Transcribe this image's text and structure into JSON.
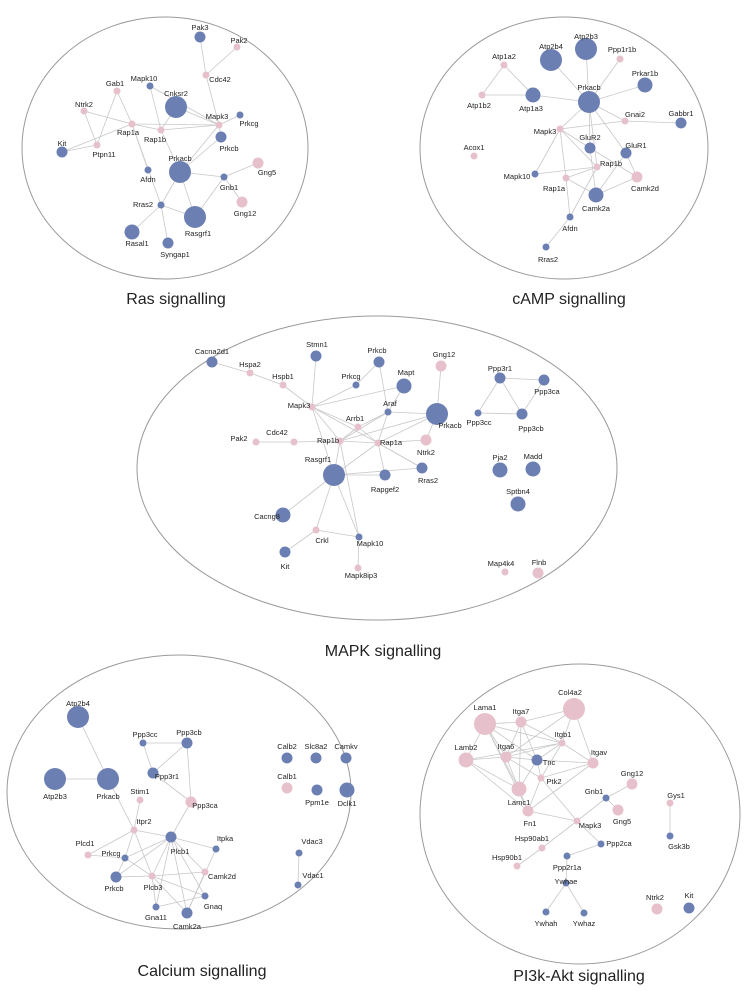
{
  "colors": {
    "blue_node": "#6b7fb3",
    "pink_node": "#e6c1cb",
    "edge": "#c8c8c8",
    "outline": "#9a9a9a"
  },
  "panels": [
    {
      "id": "ras",
      "title": "Ras signalling",
      "nodes": [
        {
          "id": "Pak3",
          "c": "b",
          "s": 1
        },
        {
          "id": "Pak2",
          "c": "p",
          "s": 0
        },
        {
          "id": "Mapk10",
          "c": "b",
          "s": 0
        },
        {
          "id": "Cdc42",
          "c": "p",
          "s": 0
        },
        {
          "id": "Gab1",
          "c": "p",
          "s": 0
        },
        {
          "id": "Cnksr2",
          "c": "b",
          "s": 3
        },
        {
          "id": "Ntrk2",
          "c": "p",
          "s": 0
        },
        {
          "id": "Mapk3",
          "c": "p",
          "s": 0
        },
        {
          "id": "Prkcg",
          "c": "b",
          "s": 0
        },
        {
          "id": "Rap1a",
          "c": "p",
          "s": 0
        },
        {
          "id": "Rap1b",
          "c": "p",
          "s": 0
        },
        {
          "id": "Kit",
          "c": "b",
          "s": 1
        },
        {
          "id": "Ptpn11",
          "c": "p",
          "s": 0
        },
        {
          "id": "Prkcb",
          "c": "b",
          "s": 1
        },
        {
          "id": "Afdn",
          "c": "b",
          "s": 0
        },
        {
          "id": "Prkacb",
          "c": "b",
          "s": 3
        },
        {
          "id": "Gng5",
          "c": "p",
          "s": 1
        },
        {
          "id": "Gnb1",
          "c": "b",
          "s": 0
        },
        {
          "id": "Rras2",
          "c": "b",
          "s": 0
        },
        {
          "id": "Gng12",
          "c": "p",
          "s": 1
        },
        {
          "id": "Rasal1",
          "c": "b",
          "s": 2
        },
        {
          "id": "Rasgrf1",
          "c": "b",
          "s": 3
        },
        {
          "id": "Syngap1",
          "c": "b",
          "s": 1
        }
      ]
    },
    {
      "id": "camp",
      "title": "cAMP signalling",
      "nodes": [
        {
          "id": "Atp2b3",
          "c": "b",
          "s": 3
        },
        {
          "id": "Atp2b4",
          "c": "b",
          "s": 3
        },
        {
          "id": "Ppp1r1b",
          "c": "p",
          "s": 0
        },
        {
          "id": "Atp1a2",
          "c": "p",
          "s": 0
        },
        {
          "id": "Prkar1b",
          "c": "b",
          "s": 2
        },
        {
          "id": "Atp1b2",
          "c": "p",
          "s": 0
        },
        {
          "id": "Prkacb",
          "c": "b",
          "s": 3
        },
        {
          "id": "Atp1a3",
          "c": "b",
          "s": 2
        },
        {
          "id": "Gnai2",
          "c": "p",
          "s": 0
        },
        {
          "id": "Gabbr1",
          "c": "b",
          "s": 1
        },
        {
          "id": "Mapk3",
          "c": "p",
          "s": 0
        },
        {
          "id": "Acox1",
          "c": "p",
          "s": 0
        },
        {
          "id": "GluR2",
          "c": "b",
          "s": 1
        },
        {
          "id": "GluR1",
          "c": "b",
          "s": 1
        },
        {
          "id": "Rap1b",
          "c": "p",
          "s": 0
        },
        {
          "id": "Mapk10",
          "c": "b",
          "s": 0
        },
        {
          "id": "Rap1a",
          "c": "p",
          "s": 0
        },
        {
          "id": "Camk2d",
          "c": "p",
          "s": 1
        },
        {
          "id": "Camk2a",
          "c": "b",
          "s": 2
        },
        {
          "id": "Afdn",
          "c": "b",
          "s": 0
        },
        {
          "id": "Rras2",
          "c": "b",
          "s": 0
        }
      ]
    },
    {
      "id": "mapk",
      "title": "MAPK signalling",
      "nodes": [
        {
          "id": "Ppp3r1",
          "c": "b",
          "s": 1
        },
        {
          "id": "Cacna2d1",
          "c": "b",
          "s": 1
        },
        {
          "id": "Stmn1",
          "c": "b",
          "s": 1
        },
        {
          "id": "Gng12",
          "c": "p",
          "s": 1
        },
        {
          "id": "Ppp3ca",
          "c": "b",
          "s": 1
        },
        {
          "id": "Prkcb",
          "c": "b",
          "s": 1
        },
        {
          "id": "Hspa2",
          "c": "p",
          "s": 0
        },
        {
          "id": "Hspb1",
          "c": "p",
          "s": 0
        },
        {
          "id": "Mapt",
          "c": "b",
          "s": 2
        },
        {
          "id": "Prkcg",
          "c": "b",
          "s": 0
        },
        {
          "id": "Ppp3cc",
          "c": "b",
          "s": 0
        },
        {
          "id": "Ppp3cb",
          "c": "b",
          "s": 1
        },
        {
          "id": "Mapk3",
          "c": "p",
          "s": 0
        },
        {
          "id": "Araf",
          "c": "b",
          "s": 0
        },
        {
          "id": "Arrb1",
          "c": "p",
          "s": 0
        },
        {
          "id": "Prkacb",
          "c": "b",
          "s": 3
        },
        {
          "id": "Pak2",
          "c": "p",
          "s": 0
        },
        {
          "id": "Cdc42",
          "c": "p",
          "s": 0
        },
        {
          "id": "Rap1b",
          "c": "p",
          "s": 0
        },
        {
          "id": "Rap1a",
          "c": "p",
          "s": 0
        },
        {
          "id": "Ntrk2",
          "c": "p",
          "s": 1
        },
        {
          "id": "Pja2",
          "c": "b",
          "s": 2
        },
        {
          "id": "Madd",
          "c": "b",
          "s": 2
        },
        {
          "id": "Rasgrf1",
          "c": "b",
          "s": 3
        },
        {
          "id": "Rras2",
          "c": "b",
          "s": 1
        },
        {
          "id": "Rapgef2",
          "c": "b",
          "s": 1
        },
        {
          "id": "Cacng8",
          "c": "b",
          "s": 2
        },
        {
          "id": "Sptbn4",
          "c": "b",
          "s": 2
        },
        {
          "id": "Crkl",
          "c": "p",
          "s": 0
        },
        {
          "id": "Mapk10",
          "c": "b",
          "s": 0
        },
        {
          "id": "Kit",
          "c": "b",
          "s": 1
        },
        {
          "id": "Map4k4",
          "c": "p",
          "s": 0
        },
        {
          "id": "Flnb",
          "c": "p",
          "s": 1
        },
        {
          "id": "Mapk8ip3",
          "c": "p",
          "s": 0
        }
      ]
    },
    {
      "id": "calcium",
      "title": "Calcium signalling",
      "nodes": [
        {
          "id": "Atp2b4",
          "c": "b",
          "s": 3
        },
        {
          "id": "Ppp3cc",
          "c": "b",
          "s": 0
        },
        {
          "id": "Ppp3cb",
          "c": "b",
          "s": 1
        },
        {
          "id": "Calb2",
          "c": "b",
          "s": 1
        },
        {
          "id": "Slc8a2",
          "c": "b",
          "s": 1
        },
        {
          "id": "Camkv",
          "c": "b",
          "s": 1
        },
        {
          "id": "Ppp3r1",
          "c": "b",
          "s": 1
        },
        {
          "id": "Atp2b3",
          "c": "b",
          "s": 3
        },
        {
          "id": "Prkacb",
          "c": "b",
          "s": 3
        },
        {
          "id": "Stim1",
          "c": "p",
          "s": 0
        },
        {
          "id": "Calb1",
          "c": "p",
          "s": 1
        },
        {
          "id": "Ppm1e",
          "c": "b",
          "s": 1
        },
        {
          "id": "Dclk1",
          "c": "b",
          "s": 2
        },
        {
          "id": "Ppp3ca",
          "c": "p",
          "s": 1
        },
        {
          "id": "Itpr2",
          "c": "p",
          "s": 0
        },
        {
          "id": "Plcb1",
          "c": "b",
          "s": 1
        },
        {
          "id": "Itpka",
          "c": "b",
          "s": 0
        },
        {
          "id": "Vdac3",
          "c": "b",
          "s": 0
        },
        {
          "id": "Plcd1",
          "c": "p",
          "s": 0
        },
        {
          "id": "Prkcg",
          "c": "b",
          "s": 0
        },
        {
          "id": "Camk2d",
          "c": "p",
          "s": 0
        },
        {
          "id": "Prkcb",
          "c": "b",
          "s": 1
        },
        {
          "id": "Plcb3",
          "c": "p",
          "s": 0
        },
        {
          "id": "Gnaq",
          "c": "b",
          "s": 0
        },
        {
          "id": "Vdac1",
          "c": "b",
          "s": 0
        },
        {
          "id": "Gna11",
          "c": "b",
          "s": 0
        },
        {
          "id": "Camk2a",
          "c": "b",
          "s": 1
        }
      ]
    },
    {
      "id": "pi3k",
      "title": "PI3k-Akt signalling",
      "nodes": [
        {
          "id": "Lama1",
          "c": "p",
          "s": 3
        },
        {
          "id": "Col4a2",
          "c": "p",
          "s": 3
        },
        {
          "id": "Itga7",
          "c": "p",
          "s": 1
        },
        {
          "id": "Itgb1",
          "c": "p",
          "s": 0
        },
        {
          "id": "Lamb2",
          "c": "p",
          "s": 2
        },
        {
          "id": "Itga6",
          "c": "p",
          "s": 1
        },
        {
          "id": "Tnc",
          "c": "b",
          "s": 1
        },
        {
          "id": "Itgav",
          "c": "p",
          "s": 1
        },
        {
          "id": "Ptk2",
          "c": "p",
          "s": 0
        },
        {
          "id": "Lamc1",
          "c": "p",
          "s": 2
        },
        {
          "id": "Gng12",
          "c": "p",
          "s": 1
        },
        {
          "id": "Fn1",
          "c": "p",
          "s": 1
        },
        {
          "id": "Gnb1",
          "c": "b",
          "s": 0
        },
        {
          "id": "Gng5",
          "c": "p",
          "s": 1
        },
        {
          "id": "Mapk3",
          "c": "p",
          "s": 0
        },
        {
          "id": "Gys1",
          "c": "p",
          "s": 0
        },
        {
          "id": "Hsp90ab1",
          "c": "p",
          "s": 0
        },
        {
          "id": "Ppp2ca",
          "c": "b",
          "s": 0
        },
        {
          "id": "Ppp2r1a",
          "c": "b",
          "s": 0
        },
        {
          "id": "Hsp90b1",
          "c": "p",
          "s": 0
        },
        {
          "id": "Gsk3b",
          "c": "b",
          "s": 0
        },
        {
          "id": "Ywhae",
          "c": "b",
          "s": 0
        },
        {
          "id": "Ntrk2",
          "c": "p",
          "s": 1
        },
        {
          "id": "Kit",
          "c": "b",
          "s": 1
        },
        {
          "id": "Ywhah",
          "c": "b",
          "s": 0
        },
        {
          "id": "Ywhaz",
          "c": "b",
          "s": 0
        }
      ]
    }
  ]
}
